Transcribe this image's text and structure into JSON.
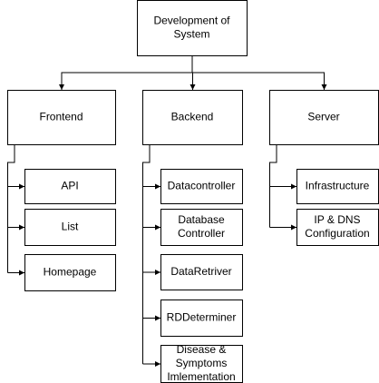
{
  "root": {
    "label": "Development of\nSystem"
  },
  "columns": [
    {
      "label": "Frontend",
      "children": [
        "API",
        "List",
        "Homepage"
      ]
    },
    {
      "label": "Backend",
      "children": [
        "Datacontroller",
        "Database\nController",
        "DataRetriver",
        "RDDeterminer",
        "Disease &\nSymptoms\nImlementation"
      ]
    },
    {
      "label": "Server",
      "children": [
        "Infrastructure",
        "IP & DNS\nConfiguration"
      ]
    }
  ],
  "colors": {
    "stroke": "#000000",
    "fill": "#ffffff",
    "text": "#000000"
  }
}
